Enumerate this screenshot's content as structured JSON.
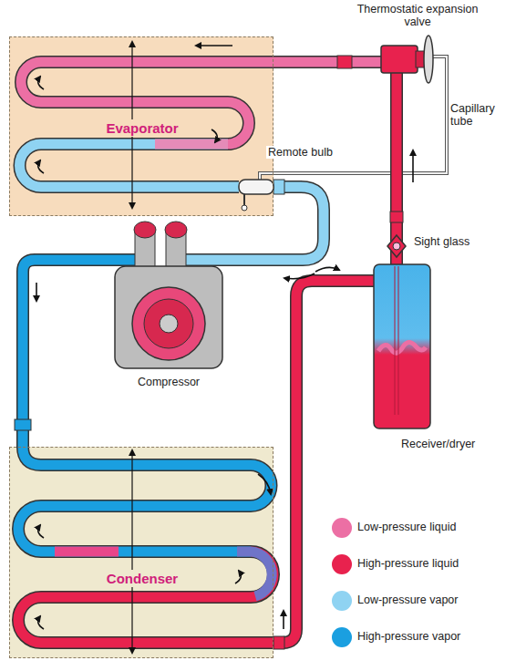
{
  "diagram": {
    "nodes": [
      {
        "text": [
          "Evaporator"
        ]
      },
      {
        "text": [
          "Condenser"
        ]
      }
    ],
    "labels": [
      "Thermostatic expansion valve",
      "Capillary tube",
      "Remote bulb",
      "Sight glass",
      "Compressor",
      "Receiver/dryer"
    ],
    "legend": [
      {
        "text": "Low-pressure liquid",
        "color": "#ec6fa4"
      },
      {
        "text": "High-pressure liquid",
        "color": "#e8224e"
      },
      {
        "text": "Low-pressure vapor",
        "color": "#8fd3f2"
      },
      {
        "text": "High-pressure vapor",
        "color": "#1a9fe0"
      }
    ]
  }
}
